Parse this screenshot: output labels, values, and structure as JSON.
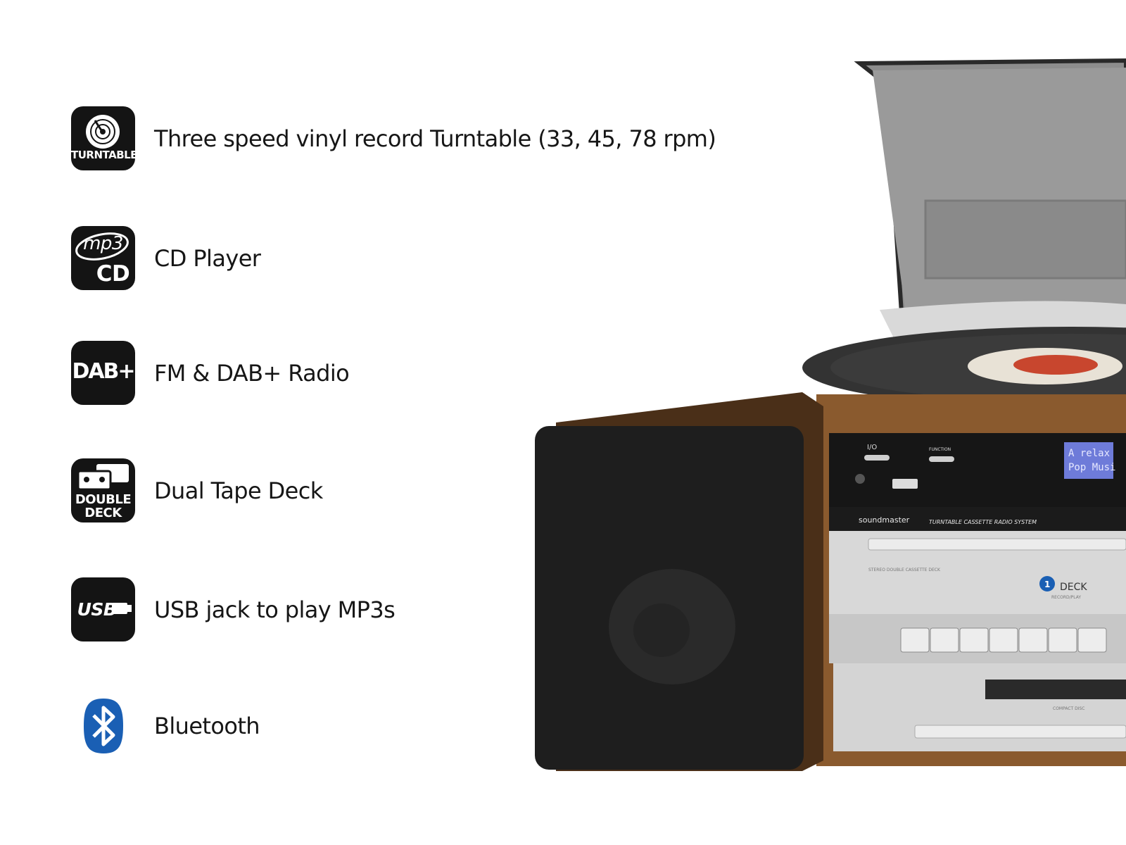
{
  "features": [
    {
      "icon": "turntable-icon",
      "badge_text": "TURNTABLE",
      "label": "Three speed vinyl record Turntable (33, 45, 78 rpm)"
    },
    {
      "icon": "mp3-cd-icon",
      "badge_text_top": "mp3",
      "badge_text_bottom": "CD",
      "label": "CD Player"
    },
    {
      "icon": "dab-plus-icon",
      "badge_text": "DAB+",
      "label": "FM & DAB+ Radio"
    },
    {
      "icon": "double-deck-icon",
      "badge_text_top": "DOUBLE",
      "badge_text_bottom": "DECK",
      "label": "Dual Tape Deck"
    },
    {
      "icon": "usb-icon",
      "badge_text": "USB",
      "label": "USB jack to play MP3s"
    },
    {
      "icon": "bluetooth-icon",
      "label": "Bluetooth"
    }
  ],
  "product": {
    "brand": "soundmaster",
    "system_name": "TURNTABLE CASSETTE RADIO SYSTEM",
    "deck_number": "1",
    "deck_label": "DECK",
    "deck_sub": "RECORD/PLAY",
    "display_line1": "A relax",
    "display_line2": "Pop Musi",
    "cassette_caption": "STEREO DOUBLE CASSETTE DECK",
    "cd_caption": "COMPACT DISC",
    "power_label": "I/O",
    "function_label": "FUNCTION"
  },
  "colors": {
    "badge": "#141414",
    "bluetooth": "#1a5fb4",
    "wood": "#8a5a2e",
    "speaker": "#1e1e1e",
    "silver": "#d8d8d8"
  }
}
